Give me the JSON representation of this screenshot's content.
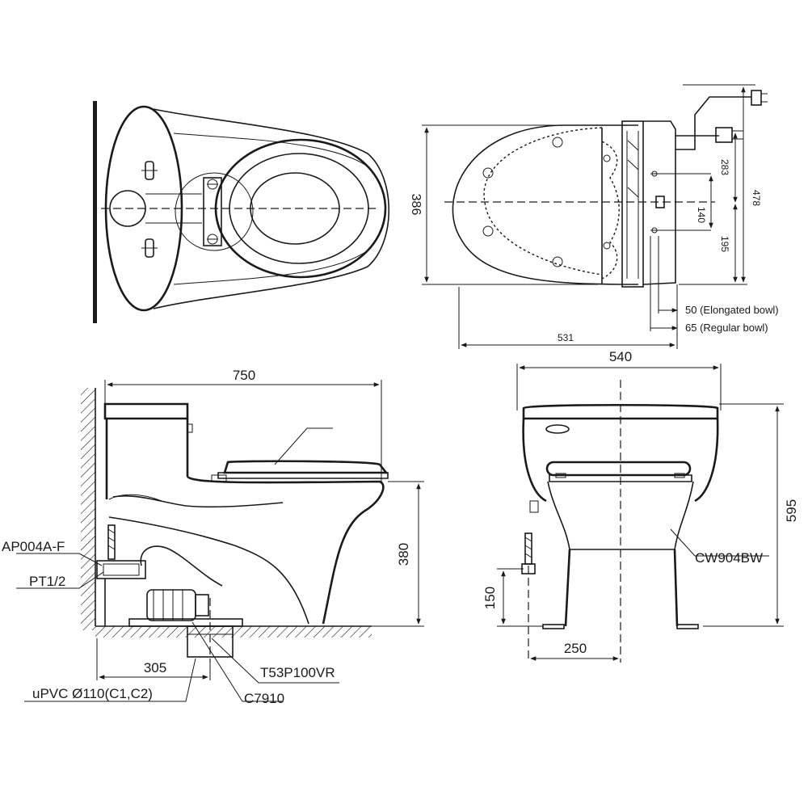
{
  "top_view_side": {
    "dims": {
      "width": "531",
      "depth": "386",
      "supply_to_center": "283",
      "total_height": "478",
      "lower": "195",
      "fixing_span": "140"
    },
    "notes": {
      "elongated": "50 (Elongated bowl)",
      "regular": "65 (Regular bowl)"
    }
  },
  "side_view": {
    "dims": {
      "length": "750",
      "seat_height": "380",
      "rough_in": "305"
    },
    "labels": {
      "valve": "AP004A-F",
      "thread": "PT1/2",
      "pipe": "uPVC Ø110(C1,C2)",
      "flange": "T53P100VR",
      "gasket": "C7910"
    }
  },
  "front_view": {
    "dims": {
      "width": "540",
      "height": "595",
      "supply_height": "150",
      "supply_offset": "250"
    },
    "labels": {
      "seat": "CW904BW"
    }
  }
}
